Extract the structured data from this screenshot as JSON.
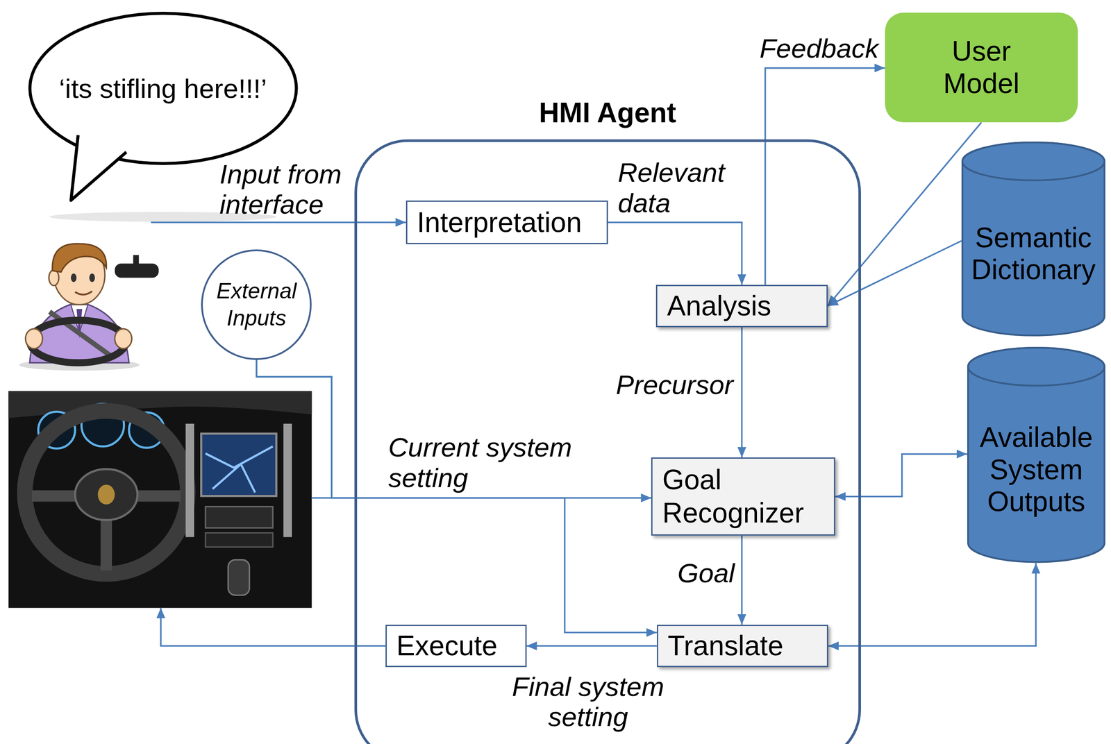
{
  "diagram": {
    "nodes": [
      {
        "text": [
          "‘its stifling here!!!’"
        ]
      },
      {
        "text": [
          "HMI Agent"
        ]
      },
      {
        "text": [
          "Interpretation"
        ],
        "in": 1
      },
      {
        "text": [
          "Analysis"
        ],
        "in": 1
      },
      {
        "text": [
          "Goal Recognizer"
        ],
        "in": 1
      },
      {
        "text": [
          "Translate"
        ],
        "in": 1
      },
      {
        "text": [
          "Execute"
        ],
        "in": 1
      },
      {
        "text": [
          "External Inputs"
        ]
      },
      {
        "text": [
          "User Model"
        ]
      },
      {
        "text": [
          "Semantic Dictionary"
        ]
      },
      {
        "text": [
          "Available System Outputs"
        ]
      }
    ],
    "edges": [
      {
        "from": 0,
        "to": 2,
        "arrow": "to",
        "label": "Input from interface"
      },
      {
        "from": 2,
        "to": 3,
        "arrow": "to",
        "label": "Relevant data"
      },
      {
        "from": 3,
        "to": 8,
        "arrow": "to",
        "label": "Feedback"
      },
      {
        "from": 8,
        "to": 3,
        "arrow": "to"
      },
      {
        "from": 9,
        "to": 3,
        "arrow": "to"
      },
      {
        "from": 3,
        "to": 4,
        "arrow": "to",
        "label": "Precursor"
      },
      {
        "from": 7,
        "to": 4,
        "arrow": "to"
      },
      {
        "from": 7,
        "to": 5,
        "arrow": "to"
      },
      {
        "from": 4,
        "to": 10,
        "arrow": "both"
      },
      {
        "from": 5,
        "to": 10,
        "arrow": "both"
      },
      {
        "from": 4,
        "to": 5,
        "arrow": "to",
        "label": "Goal"
      },
      {
        "from": 5,
        "to": 6,
        "arrow": "to",
        "label": "Final system setting"
      }
    ],
    "labels": [
      "Current system setting"
    ]
  }
}
